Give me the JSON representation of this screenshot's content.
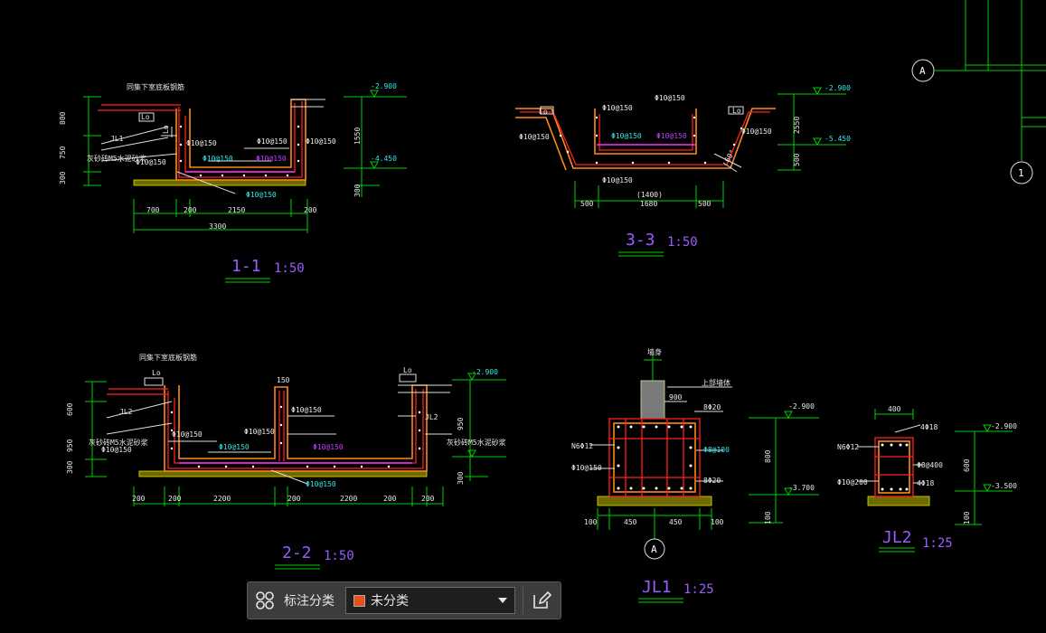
{
  "colors": {
    "background": "#000000",
    "dim": "#00d000",
    "rebar": "#ff2020",
    "concrete": "#ff8a1a",
    "mainbar": "#ff30ff",
    "cyan": "#36e6e6",
    "magenta": "#c040ff",
    "title": "#9b5cff",
    "swatch": "#e8501a"
  },
  "axes": {
    "a_top": "A",
    "one": "1",
    "a_bottom": "A"
  },
  "s11": {
    "title": "1-1",
    "scale": "1:50",
    "note_top": "同集下室底板钢筋",
    "lo1": "Lo",
    "lo2": "Lo",
    "jl": "JL1",
    "note_wall": "灰砂砖M5水泥砂浆",
    "bar_a": "Φ10@150",
    "bar_b": "Φ10@150",
    "bar_c": "Φ10@150",
    "bar_d": "Φ10@150",
    "bar_e": "Φ10@150",
    "bar_f": "Φ10@150",
    "bar_g": "Φ10@150",
    "lvl_top": "-2.900",
    "lvl_bot": "-4.450",
    "dim_800": "800",
    "dim_750": "750",
    "dim_300": "300",
    "dim_1550": "1550",
    "dim_300r": "300",
    "dim_700": "700",
    "dim_200a": "200",
    "dim_2150": "2150",
    "dim_200b": "200",
    "dim_3300": "3300"
  },
  "s33": {
    "title": "3-3",
    "scale": "1:50",
    "lo1": "Lo",
    "lo2": "Lo",
    "bar_a": "Φ10@150",
    "bar_b": "Φ10@150",
    "bar_c": "Φ10@150",
    "bar_d": "Φ10@150",
    "bar_e": "Φ10@150",
    "bar_f": "Φ10@150",
    "bar_g": "Φ10@150",
    "lvl_top": "-2.900",
    "lvl_mid": "-5.450",
    "angle": "60°",
    "dim_2550": "2550",
    "dim_500r": "500",
    "dim_1400": "(1400)",
    "dim_1680": "1680",
    "dim_500a": "500",
    "dim_500b": "500"
  },
  "s22": {
    "title": "2-2",
    "scale": "1:50",
    "note_top": "同集下室底板钢筋",
    "lo1": "Lo",
    "lo2": "Lo",
    "jl_l": "JL2",
    "jl_r": "JL2",
    "note_wall_l": "灰砂砖M5水泥砂浆",
    "note_wall_r": "灰砂砖M5水泥砂浆",
    "d150": "150",
    "bar_a": "Φ10@150",
    "bar_b": "Φ10@150",
    "bar_c": "Φ10@150",
    "bar_d": "Φ10@150",
    "bar_e": "Φ10@150",
    "bar_f": "Φ10@150",
    "bar_g": "Φ10@150",
    "lvl_top": "-2.900",
    "dim_600": "600",
    "dim_950": "950",
    "dim_300": "300",
    "dim_950r": "950",
    "dim_300r": "300",
    "d200a": "200",
    "d200b": "200",
    "d2200a": "2200",
    "d200c": "200",
    "d2200b": "2200",
    "d200d": "200",
    "d200e": "200"
  },
  "jl1": {
    "title": "JL1",
    "scale": "1:25",
    "wall": "墙身",
    "tag": "上部墙体",
    "w900": "900",
    "bar_top": "8Φ20",
    "bar_side": "Φ8@100",
    "bar_bot": "8Φ20",
    "bar_n6": "N6Φ12",
    "bar_stir": "Φ10@150",
    "lvl_top": "-2.900",
    "lvl_bot": "-3.700",
    "dim_800": "800",
    "dim_100": "100",
    "d100a": "100",
    "d450a": "450",
    "d450b": "450",
    "d100b": "100"
  },
  "jl2": {
    "title": "JL2",
    "scale": "1:25",
    "w400": "400",
    "bar_top": "4Φ18",
    "bar_n6": "N6Φ12",
    "bar_side": "Φ8@400",
    "bar_stir": "Φ10@200",
    "bar_bot": "4Φ18",
    "lvl_top": "-2.900",
    "lvl_bot": "-3.500",
    "dim_600": "600",
    "dim_100": "100"
  },
  "toolbar": {
    "label": "标注分类",
    "selected": "未分类"
  }
}
